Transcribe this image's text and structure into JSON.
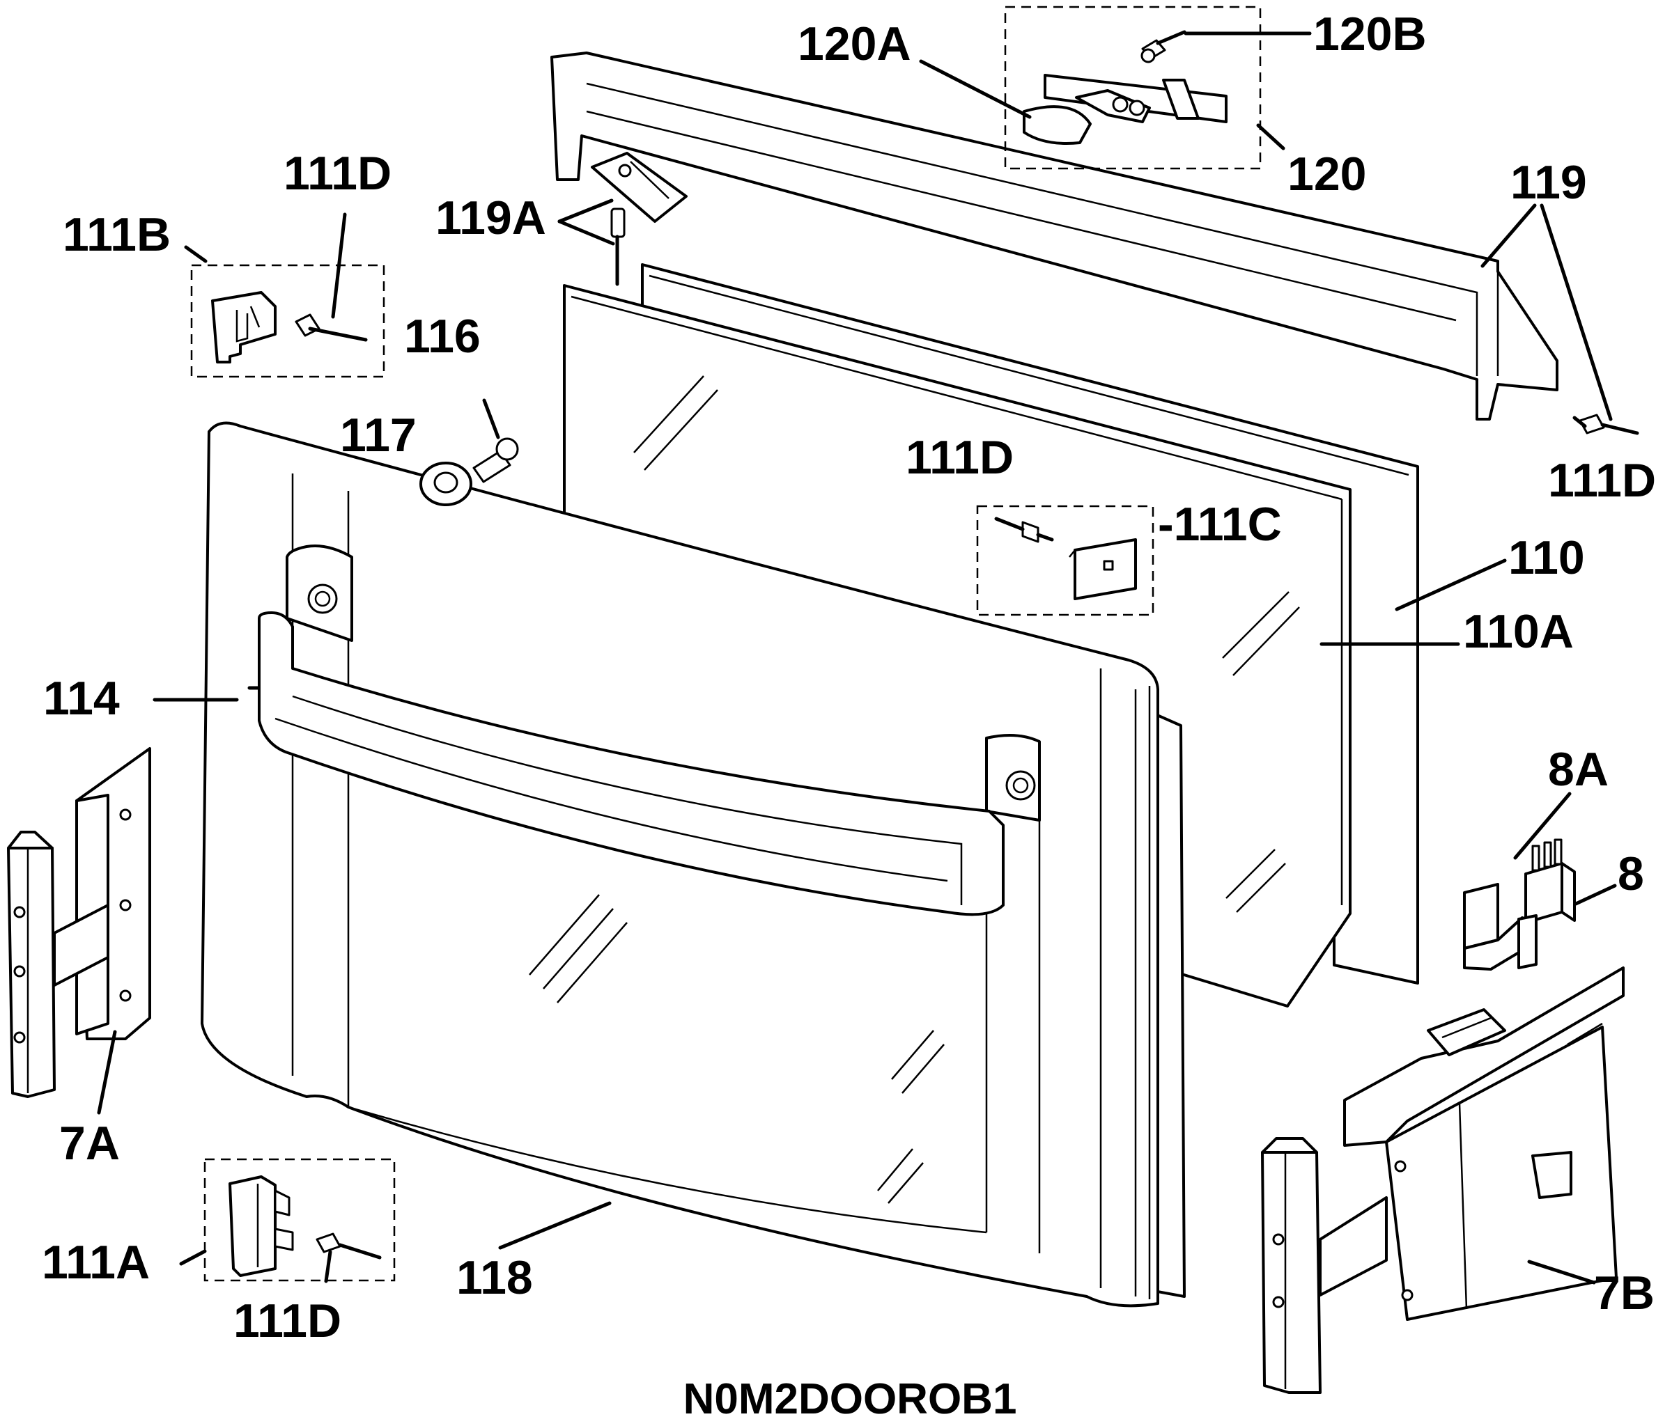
{
  "diagram": {
    "caption": "N0M2DOOROB1",
    "labels": {
      "l120a": "120A",
      "l120b": "120B",
      "l120": "120",
      "l119": "119",
      "l119a": "119A",
      "l111d_top": "111D",
      "l111b": "111B",
      "l116": "116",
      "l117": "117",
      "l111d_mid": "111D",
      "l111c": "-111C",
      "l111d_right": "111D",
      "l110": "110",
      "l110a": "110A",
      "l114": "114",
      "l8a": "8A",
      "l8": "8",
      "l7a": "7A",
      "l7b": "7B",
      "l111a": "111A",
      "l111d_bottom": "111D",
      "l118": "118"
    }
  }
}
